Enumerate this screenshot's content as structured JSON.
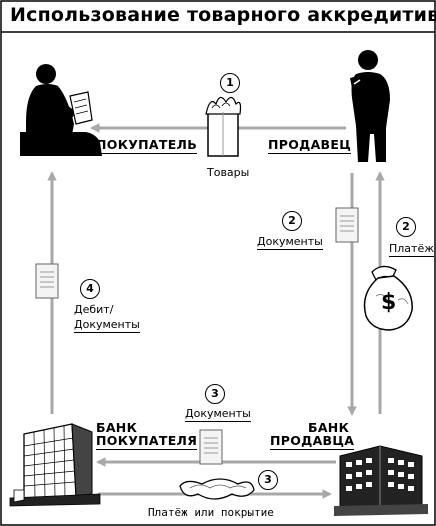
{
  "title": "Использование товарного аккредитива",
  "parties": {
    "buyer": "ПОКУПАТЕЛЬ",
    "seller": "ПРОДАВЕЦ",
    "buyer_bank_line1": "БАНК",
    "buyer_bank_line2": "ПОКУПАТЕЛЯ",
    "seller_bank_line1": "БАНК",
    "seller_bank_line2": "ПРОДАВЦА"
  },
  "flows": {
    "goods": {
      "step": "1",
      "label": "Товары"
    },
    "documents_to_bank": {
      "step": "2",
      "label": "Документы"
    },
    "payment_to_seller": {
      "step": "2",
      "label": "Платёж"
    },
    "documents_interbank": {
      "step": "3",
      "label": "Документы"
    },
    "payment_interbank": {
      "step": "3",
      "label": "Платёж или покрытие"
    },
    "debit_documents": {
      "step": "4",
      "label_line1": "Дебит/",
      "label_line2": "Документы"
    }
  },
  "icons": {
    "money_bag_symbol": "$"
  },
  "colors": {
    "arrow": "#a8a8a8",
    "ink": "#000000",
    "paper": "#ffffff"
  }
}
